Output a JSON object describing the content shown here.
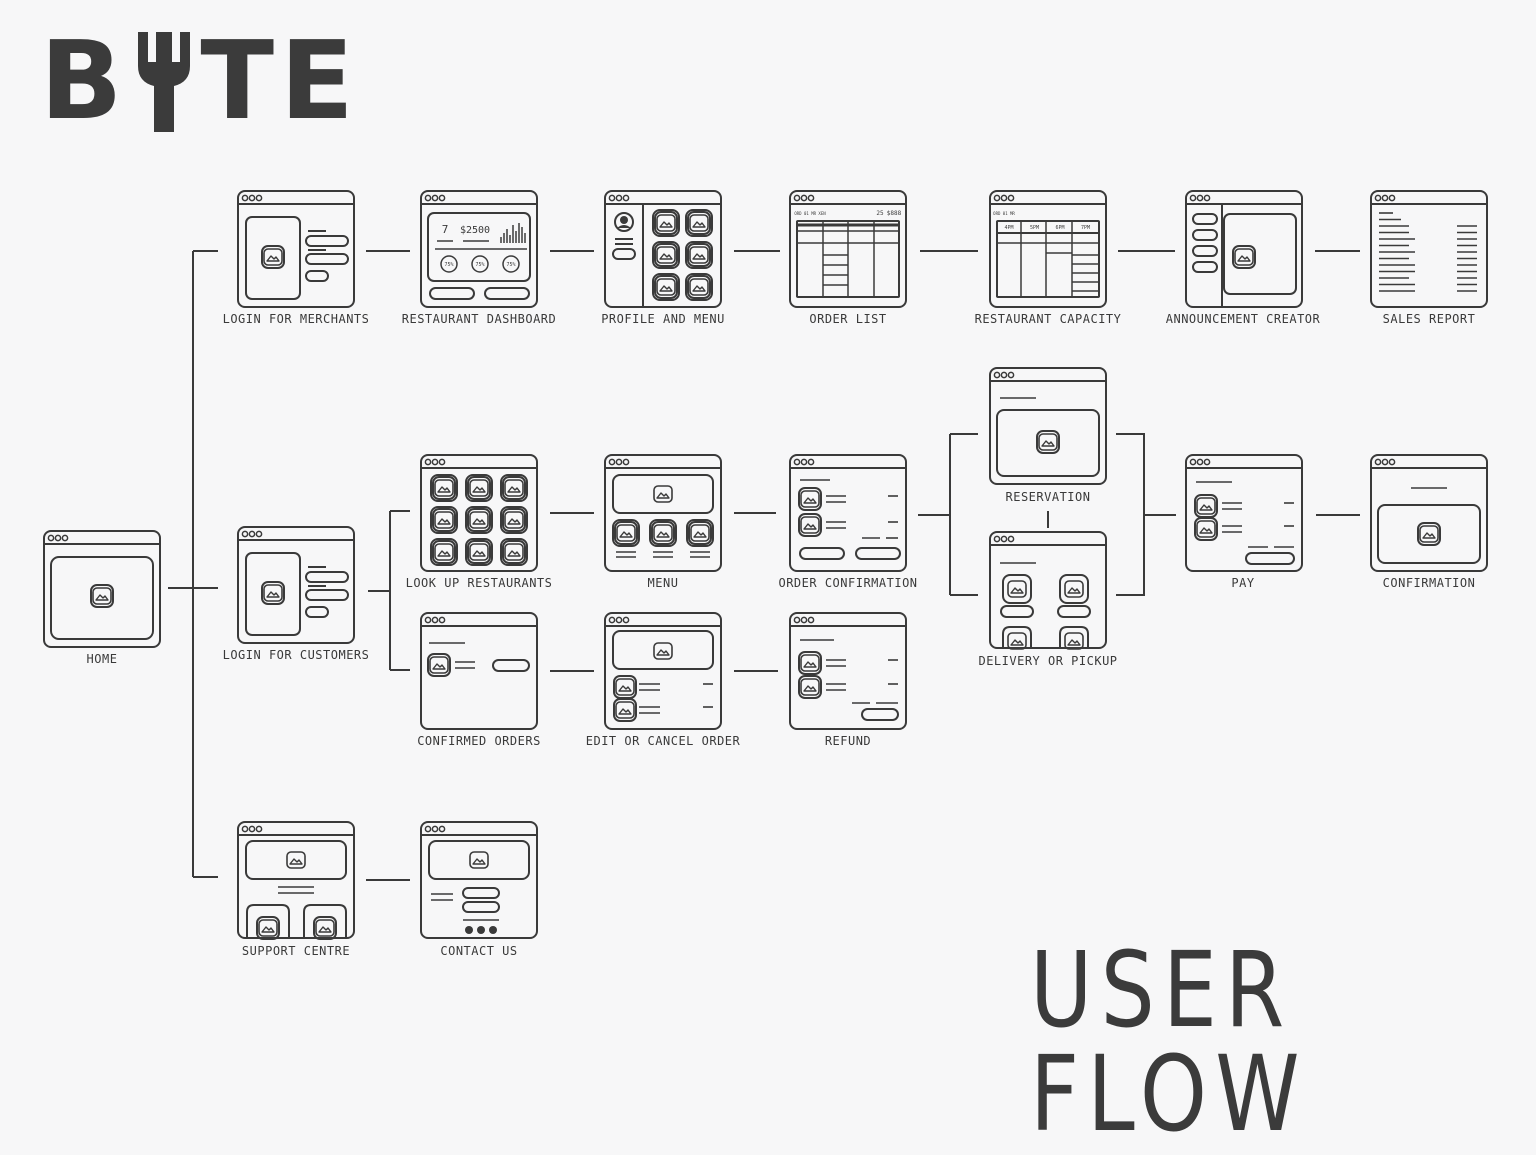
{
  "logo": {
    "text_left": "B",
    "text_right": "TE",
    "fork_icon": "fork-icon"
  },
  "title": "USER FLOW",
  "colors": {
    "stroke": "#3a3a3a",
    "background": "#f7f7f8"
  },
  "screens": {
    "home": {
      "label": "Home"
    },
    "login_merchants": {
      "label": "Login for merchants"
    },
    "restaurant_dashboard": {
      "label": "Restaurant dashboard",
      "stat_a": "7",
      "stat_b": "$2500",
      "dial_1": "75%",
      "dial_2": "75%",
      "dial_3": "75%"
    },
    "profile_menu": {
      "label": "Profile and menu"
    },
    "order_list": {
      "label": "Order list",
      "header_left": "ORD 01 MR XEN",
      "header_right_a": "25",
      "header_right_b": "$888"
    },
    "restaurant_capacity": {
      "label": "Restaurant capacity",
      "header_left": "ORD 01 MR",
      "times": [
        "4PM",
        "5PM",
        "6PM",
        "7PM"
      ]
    },
    "announcement_creator": {
      "label": "Announcement creator"
    },
    "sales_report": {
      "label": "Sales report"
    },
    "login_customers": {
      "label": "Login for customers"
    },
    "look_up_restaurants": {
      "label": "Look up restaurants"
    },
    "menu": {
      "label": "Menu"
    },
    "order_confirmation": {
      "label": "Order confirmation"
    },
    "reservation": {
      "label": "Reservation"
    },
    "delivery_pickup": {
      "label": "Delivery or pickup"
    },
    "pay": {
      "label": "Pay"
    },
    "confirmation": {
      "label": "Confirmation"
    },
    "confirmed_orders": {
      "label": "Confirmed orders"
    },
    "edit_cancel_order": {
      "label": "Edit or cancel order"
    },
    "refund": {
      "label": "Refund"
    },
    "support_centre": {
      "label": "Support centre"
    },
    "contact_us": {
      "label": "Contact us"
    }
  }
}
